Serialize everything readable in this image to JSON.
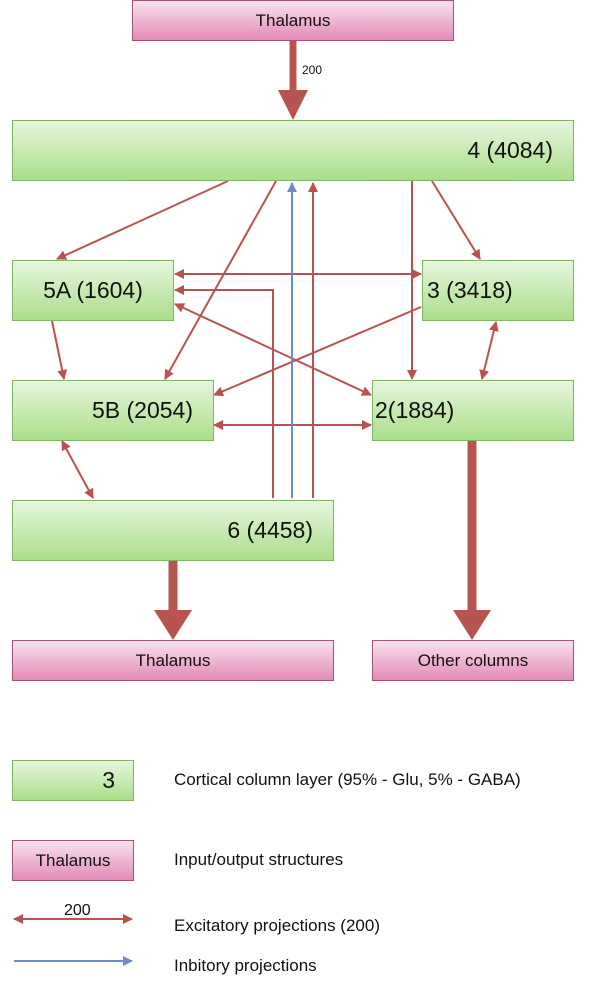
{
  "nodes": {
    "thalamus_top": "Thalamus",
    "layer4": "4 (4084)",
    "layer5a": "5A (1604)",
    "layer3": "3 (3418)",
    "layer5b": "5B (2054)",
    "layer2": "2(1884)",
    "layer6": "6 (4458)",
    "thalamus_bottom": "Thalamus",
    "other_columns": "Other columns"
  },
  "top_edge_label": "200",
  "legend": {
    "layer_box_label": "3",
    "layer_desc": "Cortical column layer (95% - Glu, 5% - GABA)",
    "io_box_label": "Thalamus",
    "io_desc": "Input/output structures",
    "excitatory_value": "200",
    "excitatory_desc": "Excitatory projections (200)",
    "inhibitory_desc": "Inbitory projections"
  },
  "colors": {
    "excitatory": "#b85450",
    "inhibitory": "#6c8ebf",
    "layer_border": "#82b366",
    "io_border": "#a0537b"
  }
}
